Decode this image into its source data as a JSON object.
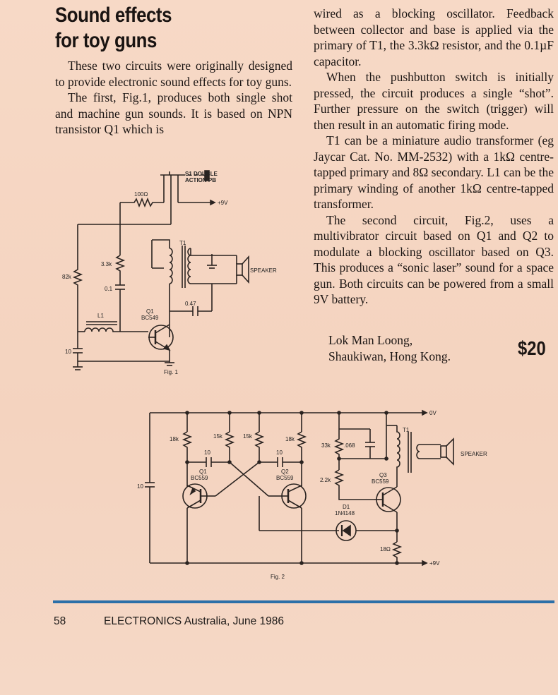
{
  "article": {
    "title_line1": "Sound effects",
    "title_line2": "for toy guns",
    "left_paragraphs": [
      "These two circuits were originally designed to provide electronic sound effects for toy guns.",
      "The first, Fig.1, produces both single shot and machine gun sounds. It is based on NPN transistor Q1 which is"
    ],
    "right_paragraphs": [
      "wired as a blocking oscillator. Feedback between collector and base is applied via the primary of T1, the 3.3kΩ resistor, and the 0.1µF capacitor.",
      "When the pushbutton switch is initially pressed, the circuit produces a single “shot”. Further pressure on the switch (trigger) will then result in an automatic firing mode.",
      "T1 can be a miniature audio transformer (eg Jaycar Cat. No. MM-2532) with a 1kΩ centre-tapped primary and 8Ω secondary. L1 can be the primary winding of another 1kΩ centre-tapped transformer.",
      "The second circuit, Fig.2, uses a multivibrator circuit based on Q1 and Q2 to modulate a blocking oscillator based on Q3. This produces a “sonic laser” sound for a space gun. Both circuits can be powered from a small 9V battery."
    ],
    "author_name": "Lok Man Loong,",
    "author_place": "Shaukiwan, Hong Kong.",
    "prize": "$20"
  },
  "fig1": {
    "caption": "Fig. 1",
    "switch_label_1": "S1 DOUBLE",
    "switch_label_2": "ACTION PB",
    "r_100": "100Ω",
    "supply": "+9V",
    "t1": "T1",
    "r_33k": "3.3k",
    "r_82k": "82k",
    "c_01": "0.1",
    "l1": "L1",
    "c_047": "0.47",
    "q1": "Q1",
    "q1_type": "BC549",
    "c_10": "10",
    "speaker": "SPEAKER"
  },
  "fig2": {
    "caption": "Fig. 2",
    "rail_0v": "0V",
    "rail_9v": "+9V",
    "r1": "18k",
    "r2": "15k",
    "r3": "15k",
    "r4": "18k",
    "c1": "10",
    "c2": "10",
    "c_batt": "10",
    "q1": "Q1",
    "q1_type": "BC559",
    "q2": "Q2",
    "q2_type": "BC559",
    "r_33k": "33k",
    "c_068": ".068",
    "r_22k": "2.2k",
    "t1": "T1",
    "q3": "Q3",
    "q3_type": "BC559",
    "d1": "D1",
    "d1_type": "1N4148",
    "r_18": "18Ω",
    "speaker": "SPEAKER"
  },
  "footer": {
    "page_number": "58",
    "publication": "ELECTRONICS Australia, June 1986"
  },
  "colors": {
    "paper": "#f6d7c3",
    "rule": "#2b6fa8",
    "ink": "#1c1614"
  }
}
